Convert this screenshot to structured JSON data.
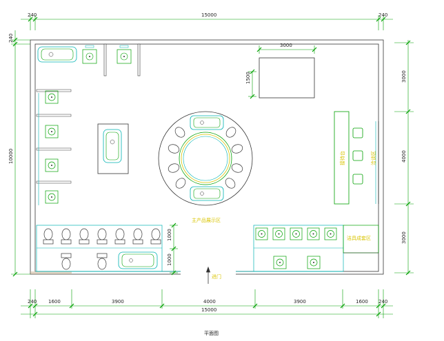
{
  "dimensions": {
    "top_left": "240",
    "top_total": "15000",
    "top_right": "240",
    "left_top": "240",
    "left_total": "10000",
    "table_width": "3000",
    "table_depth": "1500",
    "right_upper": "3000",
    "right_middle": "4000",
    "right_lower": "3000",
    "seg_left_edge": "240",
    "seg_1": "1600",
    "seg_2": "3900",
    "seg_3": "4000",
    "seg_4": "3900",
    "seg_5": "1600",
    "seg_right_edge": "240",
    "bottom_total": "15000",
    "stall_row_1": "1000",
    "stall_row_2": "1000"
  },
  "labels": {
    "main_display": "主产品展示区",
    "entrance": "进门",
    "accessory_area": "洁具成套区",
    "counter_a": "接待台",
    "counter_b": "洽谈区",
    "plan_title": "平面图"
  },
  "colors": {
    "wall": "#333333",
    "cyan": "#00b3b3",
    "green": "#00a000",
    "yellow": "#d9c400",
    "dim": "#222222"
  }
}
